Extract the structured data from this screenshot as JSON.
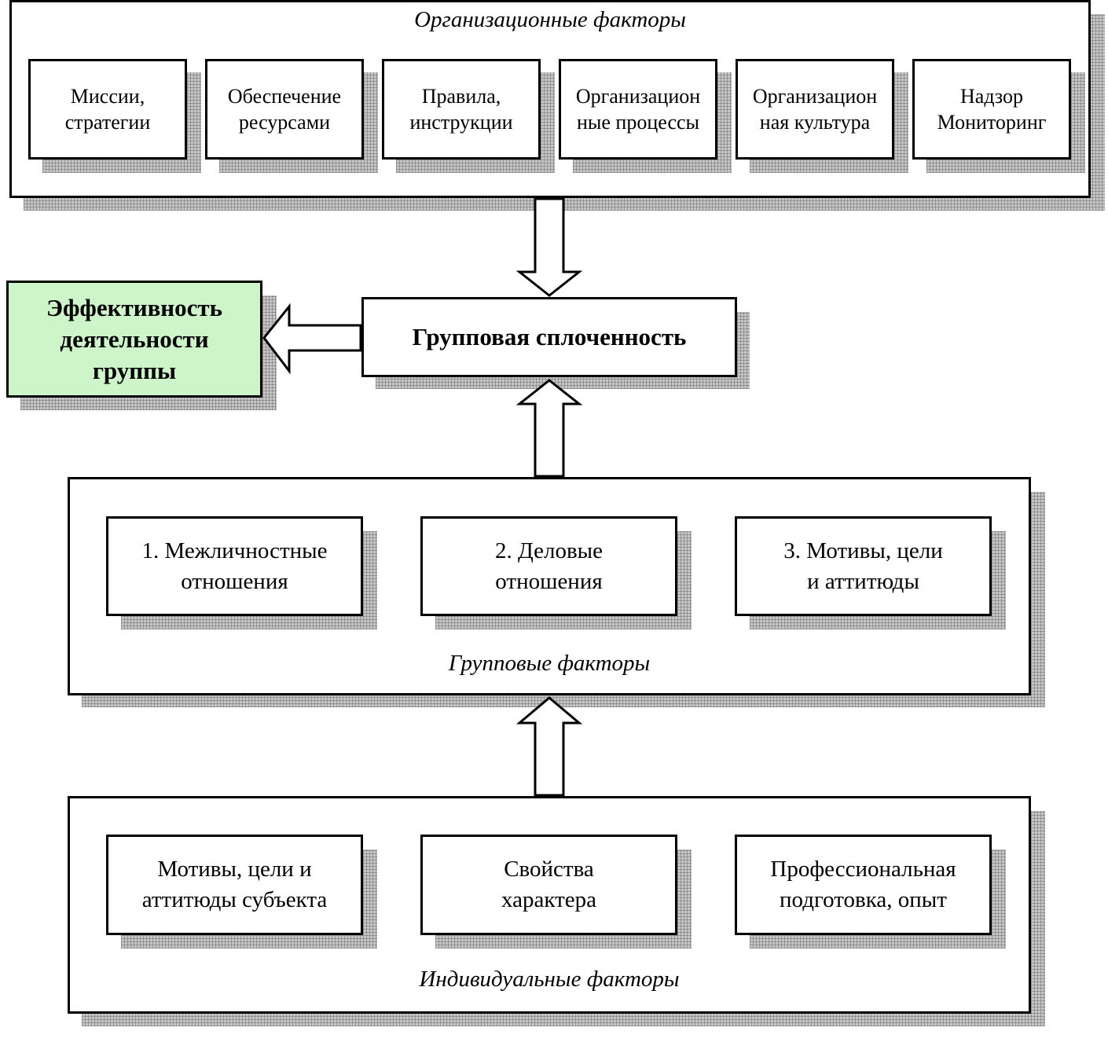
{
  "organizational": {
    "title": "Организационные факторы",
    "items": [
      {
        "line1": "Миссии,",
        "line2": "стратегии"
      },
      {
        "line1": "Обеспечение",
        "line2": "ресурсами"
      },
      {
        "line1": "Правила,",
        "line2": "инструкции"
      },
      {
        "line1": "Организацион",
        "line2": "ные процессы"
      },
      {
        "line1": "Организацион",
        "line2": "ная культура"
      },
      {
        "line1": "Надзор",
        "line2": "Мониторинг"
      }
    ]
  },
  "cohesion": {
    "label": "Групповая сплоченность"
  },
  "effectiveness": {
    "line1": "Эффективность",
    "line2": "деятельности",
    "line3": "группы"
  },
  "group": {
    "title": "Групповые факторы",
    "items": [
      {
        "line1": "1. Межличностные",
        "line2": "отношения"
      },
      {
        "line1": "2. Деловые",
        "line2": "отношения"
      },
      {
        "line1": "3. Мотивы, цели",
        "line2": "и аттитюды"
      }
    ]
  },
  "individual": {
    "title": "Индивидуальные факторы",
    "items": [
      {
        "line1": "Мотивы, цели и",
        "line2": "аттитюды субъекта"
      },
      {
        "line1": "Свойства",
        "line2": "характера"
      },
      {
        "line1": "Профессиональная",
        "line2": "подготовка, опыт"
      }
    ]
  },
  "colors": {
    "effectiveness_fill": "#cdf5c9",
    "shadow": "#c6c6c6"
  }
}
